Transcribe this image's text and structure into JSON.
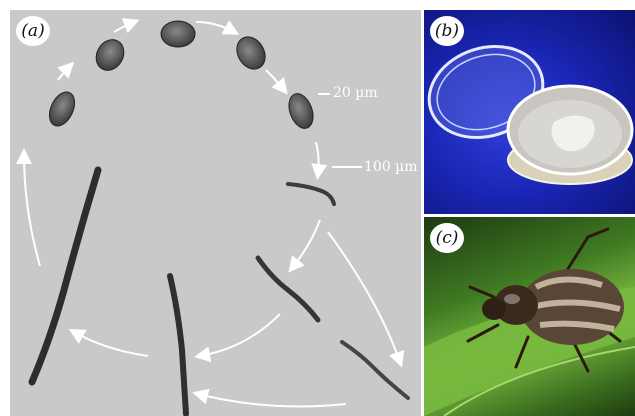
{
  "panels": {
    "a": {
      "label": "(a)"
    },
    "b": {
      "label": "(b)"
    },
    "c": {
      "label": "(c)"
    }
  },
  "scale_bars": {
    "egg": "20 µm",
    "larva": "100 µm"
  },
  "colors": {
    "panel_a_background": "#c9c9c9",
    "arrow": "#ffffff",
    "dish_background": "#1a26b6",
    "leaf_green": "#5f9f32"
  },
  "icons": [
    "life-cycle-arrow",
    "nematode-egg",
    "nematode-larva",
    "petri-dish",
    "beetle"
  ]
}
